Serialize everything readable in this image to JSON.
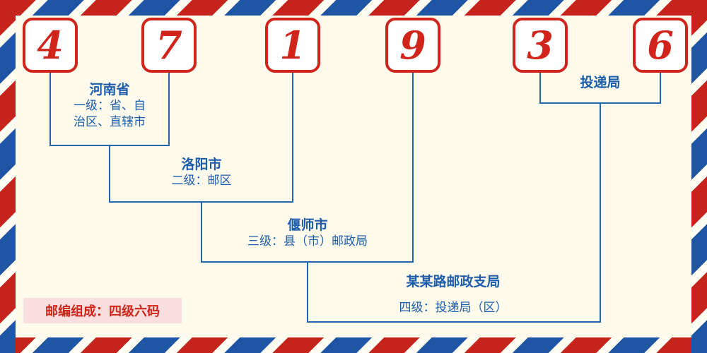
{
  "code": {
    "digits": [
      "4",
      "7",
      "1",
      "9",
      "3",
      "6"
    ]
  },
  "labels": {
    "delivery_office": "投递局",
    "level1_name": "河南省",
    "level1_desc_line1": "一级：省、自",
    "level1_desc_line2": "治区、直辖市",
    "level2_name": "洛阳市",
    "level2_desc": "二级：邮区",
    "level3_name": "偃师市",
    "level3_desc": "三级：县（市）邮政局",
    "level4_name": "某某路邮政支局",
    "level4_desc": "四级：投递局（区）",
    "footer": "邮编组成：四级六码"
  },
  "colors": {
    "digit_red": "#d1251b",
    "line_blue": "#2266b0",
    "label_blue": "#1b5cab",
    "background_cream": "#fffbec",
    "footer_background": "#fbdede",
    "stripe_red": "#c5231c",
    "stripe_blue": "#1e55a5"
  }
}
